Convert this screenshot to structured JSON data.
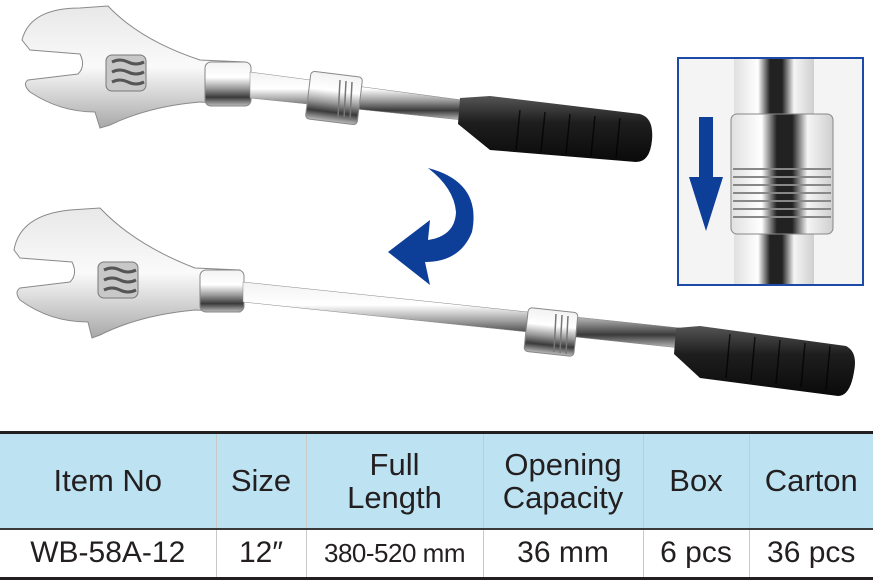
{
  "illustration": {
    "description": "Telescopic adjustable wrench shown retracted (top) and extended (bottom)",
    "wrench_retracted": "adjustable-wrench-retracted",
    "wrench_extended": "adjustable-wrench-extended",
    "curved_arrow_icon": "curved-arrow-left",
    "inset": {
      "subject": "locking-collar-closeup",
      "arrow_icon": "down-arrow",
      "border_color": "#1c4aa8"
    },
    "arrow_color": "#0d3f99"
  },
  "table": {
    "header_bg": "#bde3f2",
    "headers": [
      {
        "line1": "Item No",
        "line2": ""
      },
      {
        "line1": "Size",
        "line2": ""
      },
      {
        "line1": "Full",
        "line2": "Length"
      },
      {
        "line1": "Opening",
        "line2": "Capacity"
      },
      {
        "line1": "Box",
        "line2": ""
      },
      {
        "line1": "Carton",
        "line2": ""
      }
    ],
    "rows": [
      {
        "item_no": "WB-58A-12",
        "size": "12″",
        "full_length": "380-520 mm",
        "opening_capacity": "36 mm",
        "box": "6 pcs",
        "carton": "36 pcs"
      }
    ]
  }
}
